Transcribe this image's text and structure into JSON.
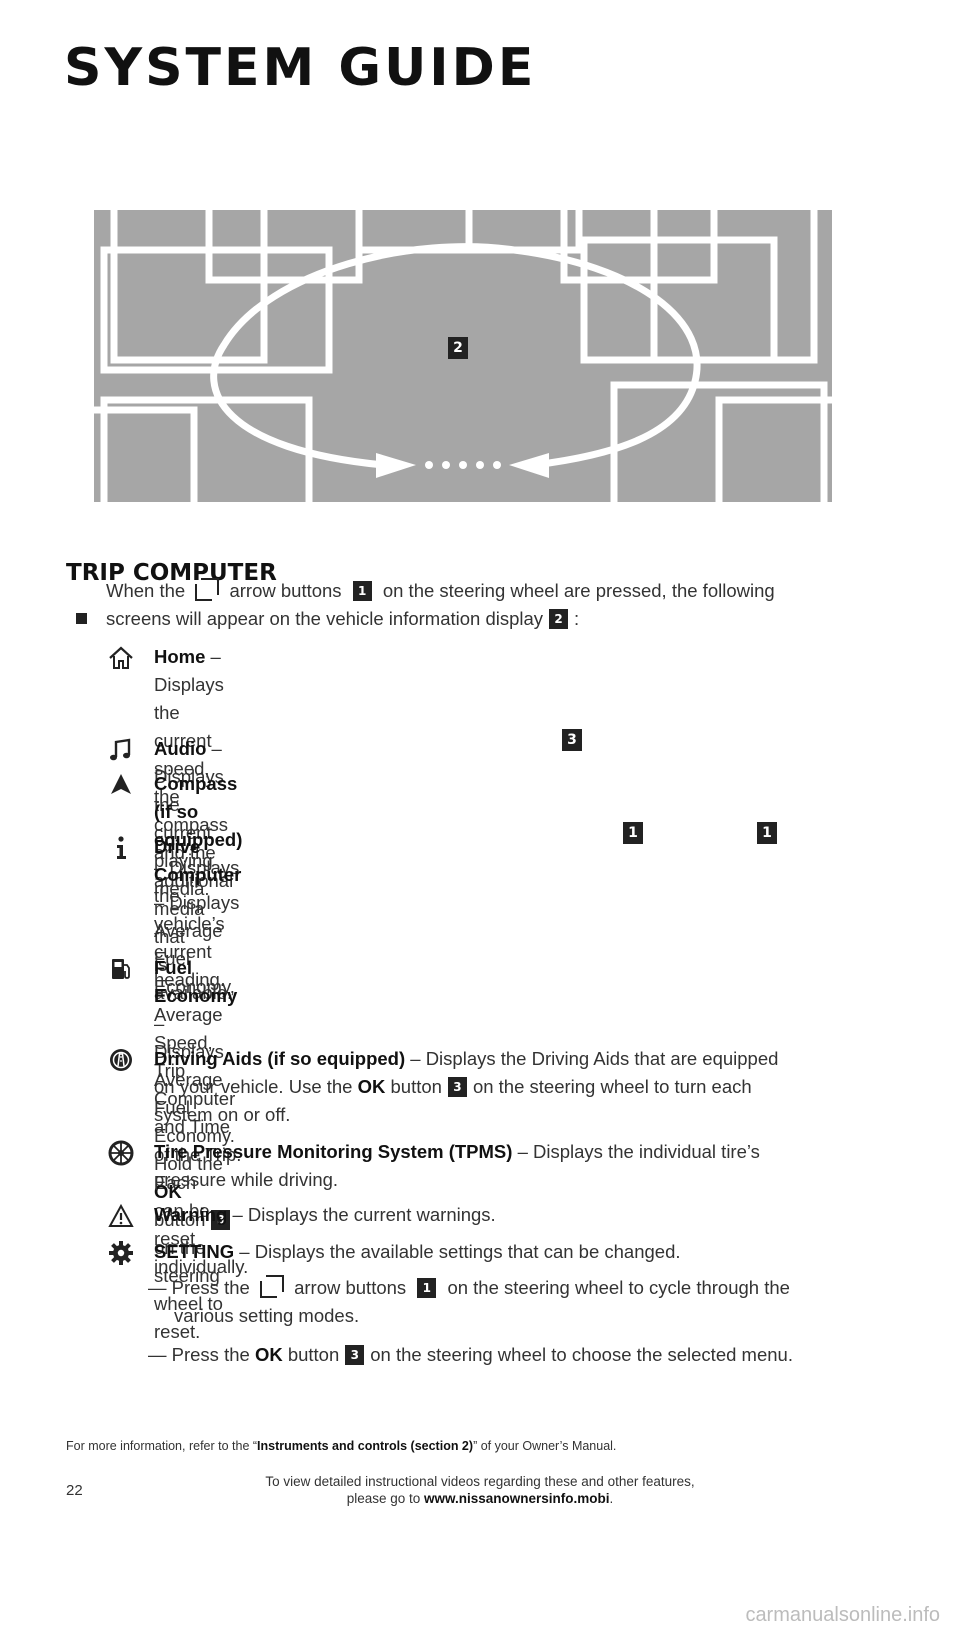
{
  "header": {
    "title": "SYSTEM GUIDE"
  },
  "colors": {
    "diagram_background": "#a6a6a6",
    "diagram_lines": "#ffffff",
    "callout_background": "#222222"
  },
  "diagram": {
    "callout": "2"
  },
  "callouts_right": {
    "ok_button": "3",
    "arrow_left": "1",
    "arrow_right": "1"
  },
  "section": {
    "heading": "TRIP COMPUTER",
    "intro": {
      "part1": "When the",
      "part2": "arrow buttons",
      "ref1": "1",
      "part3": "on the steering wheel are pressed, the following",
      "part4": "screens will appear on the vehicle information display",
      "ref2": "2",
      "part5": ":"
    },
    "items": [
      {
        "icon": "home-icon",
        "name": "Home",
        "desc_l1": " – Displays the current speed, the",
        "desc_l2": "compass and the additional media that",
        "desc_l3": "is available."
      },
      {
        "icon": "music-note-icon",
        "name": "Audio",
        "desc_l1": " – Displays the current playing media."
      },
      {
        "icon": "compass-arrow-icon",
        "name": "Compass (if so equipped)",
        "desc_l1": " – Displays the",
        "desc_l2": "vehicle’s current heading."
      },
      {
        "icon": "info-icon",
        "name": "Drive Computer",
        "desc_l1": " – Displays Average",
        "desc_l2": "Fuel Economy, Average Speed, Trip",
        "desc_l3": "Computer and Time of the Trip. Each",
        "desc_l4": "can be reset individually."
      },
      {
        "icon": "fuel-pump-icon",
        "name": "Fuel Economy",
        "desc_l1": " – Displays Average Fuel",
        "desc_l2a": "Economy. Hold the ",
        "ok": "OK",
        "desc_l2b": " button",
        "ref": "3",
        "desc_l2c": "on the",
        "desc_l3": "steering wheel to reset."
      },
      {
        "icon": "driving-aids-icon",
        "name": "Driving Aids (if so equipped)",
        "desc_l1": " – Displays the Driving Aids that are equipped",
        "desc_l2a": "on your vehicle. Use the ",
        "ok": "OK",
        "desc_l2b": " button",
        "ref": "3",
        "desc_l2c": "on the steering wheel to turn each",
        "desc_l3": "system on or off."
      },
      {
        "icon": "tire-icon",
        "name": "Tire Pressure Monitoring System (TPMS)",
        "desc_l1": " – Displays the individual tire’s",
        "desc_l2": "pressure while driving."
      },
      {
        "icon": "warning-icon",
        "name": "Warning",
        "desc_l1": " – Displays the current warnings."
      },
      {
        "icon": "gear-icon",
        "name": "SETTING",
        "desc_l1": " – Displays the available settings that can be changed."
      }
    ],
    "sub1": {
      "part1": "— Press the",
      "part2": "arrow buttons",
      "ref": "1",
      "part3": "on the steering wheel to cycle through the",
      "part4": "various setting modes."
    },
    "sub2": {
      "part1": "— Press the ",
      "ok": "OK",
      "part2": " button",
      "ref": "3",
      "part3": "on the steering wheel to choose the selected menu."
    }
  },
  "footnote": {
    "part1": "For more information, refer to the “",
    "bold": "Instruments and controls (section 2)",
    "part2": "” of your Owner’s Manual."
  },
  "footer": {
    "page_number": "22",
    "line1": "To view detailed instructional videos regarding these and other features,",
    "line2a": "please go to ",
    "url": "www.nissanownersinfo.mobi",
    "line2b": "."
  },
  "watermark": "carmanualsonline.info"
}
